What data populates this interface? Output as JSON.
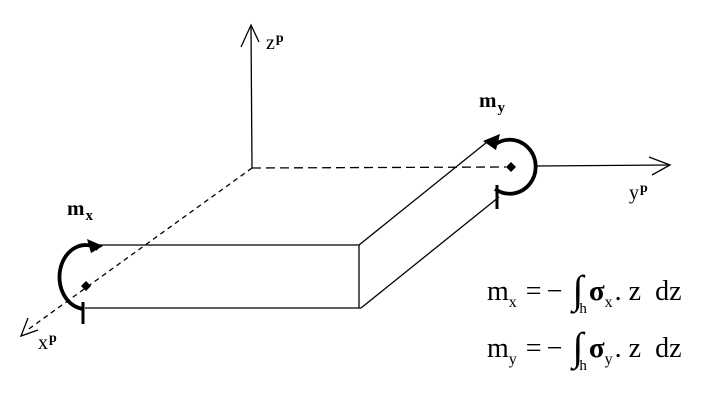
{
  "colors": {
    "ink": "#000000",
    "background": "#ffffff"
  },
  "axes": {
    "z": {
      "base": "z",
      "sup": "p"
    },
    "y": {
      "base": "y",
      "sup": "p"
    },
    "x": {
      "base": "x",
      "sup": "p"
    }
  },
  "moments": {
    "mx": {
      "base": "m",
      "sub": "x"
    },
    "my": {
      "base": "m",
      "sub": "y"
    }
  },
  "equations": [
    {
      "lhs": "m",
      "lhs_sub": "x",
      "equals": "=",
      "minus": "−",
      "integral": "∫",
      "integral_sub": "h",
      "sigma": "σ",
      "sigma_sub": "x",
      "times_z": ". z",
      "dz": "dz"
    },
    {
      "lhs": "m",
      "lhs_sub": "y",
      "equals": "=",
      "minus": "−",
      "integral": "∫",
      "integral_sub": "h",
      "sigma": "σ",
      "sigma_sub": "y",
      "times_z": ". z",
      "dz": "dz"
    }
  ]
}
